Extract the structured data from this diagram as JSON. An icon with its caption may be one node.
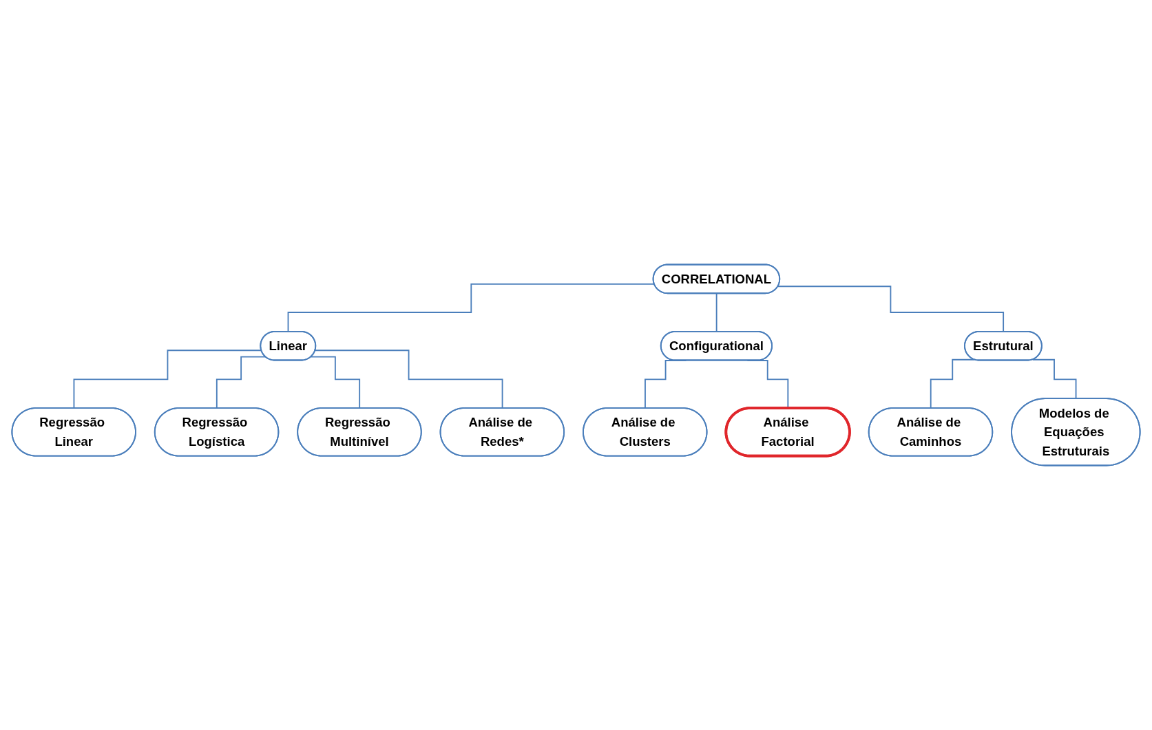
{
  "diagram": {
    "nodes": [
      {
        "text": [
          "CORRELATIONAL"
        ]
      },
      {
        "text": [
          "Linear"
        ]
      },
      {
        "text": [
          "Configurational"
        ]
      },
      {
        "text": [
          "Estrutural"
        ]
      },
      {
        "text": [
          "Regressão Linear"
        ]
      },
      {
        "text": [
          "Regressão Logística"
        ]
      },
      {
        "text": [
          "Regressão Multinível"
        ]
      },
      {
        "text": [
          "Análise de Redes*"
        ]
      },
      {
        "text": [
          "Análise de Clusters"
        ]
      },
      {
        "text": [
          "Análise Factorial"
        ]
      },
      {
        "text": [
          "Análise de Caminhos"
        ]
      },
      {
        "text": [
          "Modelos de Equações Estruturais"
        ]
      }
    ],
    "edges": [
      {
        "from": 0,
        "to": 1,
        "arrow": "none"
      },
      {
        "from": 0,
        "to": 2,
        "arrow": "none"
      },
      {
        "from": 0,
        "to": 3,
        "arrow": "none"
      },
      {
        "from": 1,
        "to": 4,
        "arrow": "none"
      },
      {
        "from": 1,
        "to": 5,
        "arrow": "none"
      },
      {
        "from": 1,
        "to": 6,
        "arrow": "none"
      },
      {
        "from": 1,
        "to": 7,
        "arrow": "none"
      },
      {
        "from": 2,
        "to": 8,
        "arrow": "none"
      },
      {
        "from": 2,
        "to": 9,
        "arrow": "none"
      },
      {
        "from": 3,
        "to": 10,
        "arrow": "none"
      },
      {
        "from": 3,
        "to": 11,
        "arrow": "none"
      }
    ]
  }
}
